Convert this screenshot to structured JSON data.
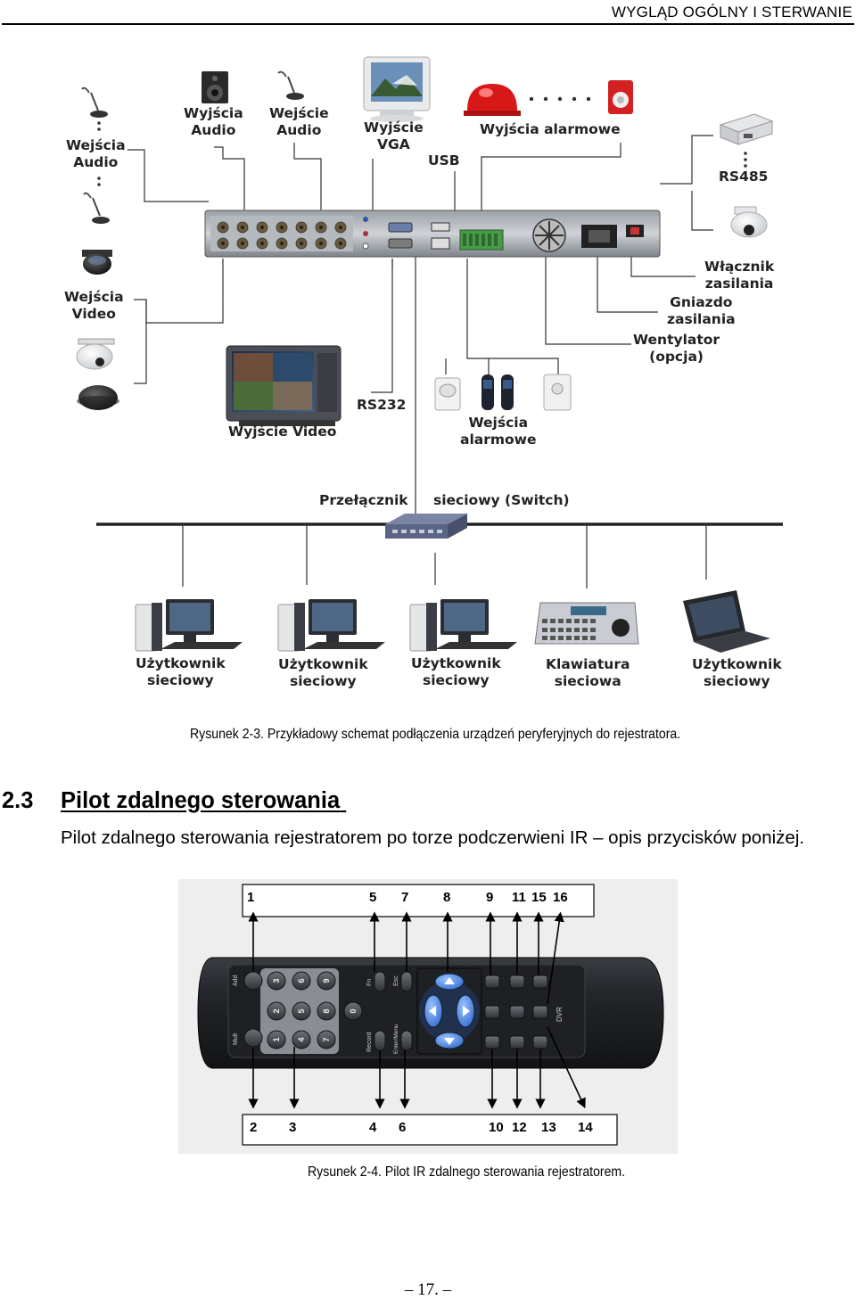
{
  "running_header": "WYGLĄD OGÓLNY I STERWANIE",
  "diagram": {
    "labels": {
      "audio_in": "Wejścia\nAudio",
      "audio_out_1": "Wyjścia\nAudio",
      "audio_out_2": "Wejście\nAudio",
      "vga_out": "Wyjście\nVGA",
      "usb": "USB",
      "alarm_out": "Wyjścia alarmowe",
      "rs485": "RS485",
      "video_in": "Wejścia\nVideo",
      "power_switch": "Włącznik\nzasilania",
      "power_socket": "Gniazdo\nzasilania",
      "fan": "Wentylator\n(opcja)",
      "rs232": "RS232",
      "video_out": "Wyjście Video",
      "alarm_in": "Wejścia\nalarmowe",
      "switch_left": "Przełącznik",
      "switch_right": "sieciowy (Switch)",
      "net_user_1": "Użytkownik\nsieciowy",
      "net_user_2": "Użytkownik\nsieciowy",
      "net_user_3": "Użytkownik\nsieciowy",
      "net_keyboard": "Klawiatura\nsieciowa",
      "net_user_4": "Użytkownik\nsieciowy"
    }
  },
  "figure_1_caption": "Rysunek 2-3. Przykładowy schemat podłączenia urządzeń peryferyjnych do rejestratora.",
  "section": {
    "number": "2.3",
    "title": "Pilot zdalnego sterowania",
    "text": "Pilot zdalnego sterowania rejestratorem po torze podczerwieni IR – opis przycisków poniżej."
  },
  "remote": {
    "top_numbers": [
      "1",
      "5",
      "7",
      "8",
      "9",
      "11",
      "15",
      "16"
    ],
    "bottom_numbers": [
      "2",
      "3",
      "4",
      "6",
      "10",
      "12",
      "13",
      "14"
    ],
    "button_labels": {
      "add": "Add",
      "mult": "Mult",
      "fn": "Fn",
      "esc": "Esc",
      "record": "Record",
      "enter_menu": "Enter/Menu",
      "dvr": "DVR",
      "keys": [
        "1",
        "2",
        "3",
        "4",
        "5",
        "6",
        "7",
        "8",
        "9",
        "0"
      ]
    }
  },
  "figure_2_caption": "Rysunek 2-4. Pilot IR zdalnego sterowania rejestratorem.",
  "page_number": "– 17. –"
}
